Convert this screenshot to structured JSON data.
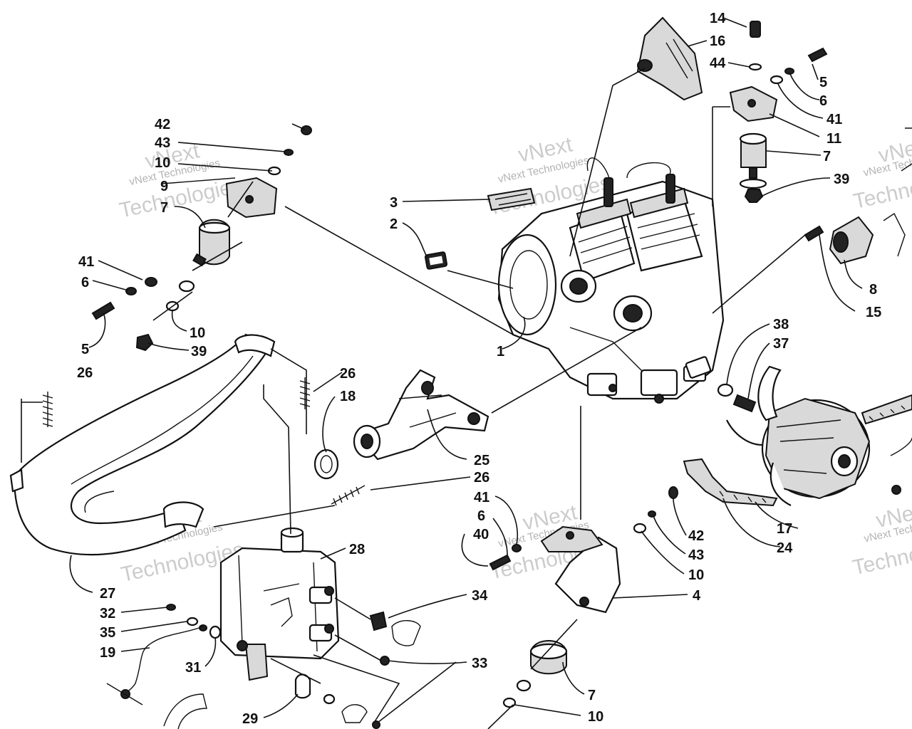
{
  "watermark": {
    "line1": "vNext",
    "line2": "vNext Technologies",
    "line3": "Technologies"
  },
  "callouts": [
    {
      "id": "c14a",
      "text": "14"
    },
    {
      "id": "c16",
      "text": "16"
    },
    {
      "id": "c44",
      "text": "44"
    },
    {
      "id": "c5a",
      "text": "5"
    },
    {
      "id": "c6a",
      "text": "6"
    },
    {
      "id": "c41a",
      "text": "41"
    },
    {
      "id": "c11",
      "text": "11"
    },
    {
      "id": "c7a",
      "text": "7"
    },
    {
      "id": "c39a",
      "text": "39"
    },
    {
      "id": "c42a",
      "text": "42"
    },
    {
      "id": "c43a",
      "text": "43"
    },
    {
      "id": "c10a",
      "text": "10"
    },
    {
      "id": "c9",
      "text": "9"
    },
    {
      "id": "c7b",
      "text": "7"
    },
    {
      "id": "c41b",
      "text": "41"
    },
    {
      "id": "c6b",
      "text": "6"
    },
    {
      "id": "c5b",
      "text": "5"
    },
    {
      "id": "c10b",
      "text": "10"
    },
    {
      "id": "c39b",
      "text": "39"
    },
    {
      "id": "c3",
      "text": "3"
    },
    {
      "id": "c2",
      "text": "2"
    },
    {
      "id": "c1",
      "text": "1"
    },
    {
      "id": "c8",
      "text": "8"
    },
    {
      "id": "c15",
      "text": "15"
    },
    {
      "id": "c38",
      "text": "38"
    },
    {
      "id": "c37",
      "text": "37"
    },
    {
      "id": "c26a",
      "text": "26"
    },
    {
      "id": "c26b",
      "text": "26"
    },
    {
      "id": "c18",
      "text": "18"
    },
    {
      "id": "c25",
      "text": "25"
    },
    {
      "id": "c26c",
      "text": "26"
    },
    {
      "id": "c41c",
      "text": "41"
    },
    {
      "id": "c6c",
      "text": "6"
    },
    {
      "id": "c40",
      "text": "40"
    },
    {
      "id": "c42b",
      "text": "42"
    },
    {
      "id": "c43b",
      "text": "43"
    },
    {
      "id": "c10c",
      "text": "10"
    },
    {
      "id": "c4",
      "text": "4"
    },
    {
      "id": "c17",
      "text": "17"
    },
    {
      "id": "c24",
      "text": "24"
    },
    {
      "id": "c27",
      "text": "27"
    },
    {
      "id": "c28",
      "text": "28"
    },
    {
      "id": "c32",
      "text": "32"
    },
    {
      "id": "c35",
      "text": "35"
    },
    {
      "id": "c19",
      "text": "19"
    },
    {
      "id": "c31",
      "text": "31"
    },
    {
      "id": "c34",
      "text": "34"
    },
    {
      "id": "c33",
      "text": "33"
    },
    {
      "id": "c29",
      "text": "29"
    },
    {
      "id": "c7c",
      "text": "7"
    },
    {
      "id": "c10d",
      "text": "10"
    }
  ]
}
